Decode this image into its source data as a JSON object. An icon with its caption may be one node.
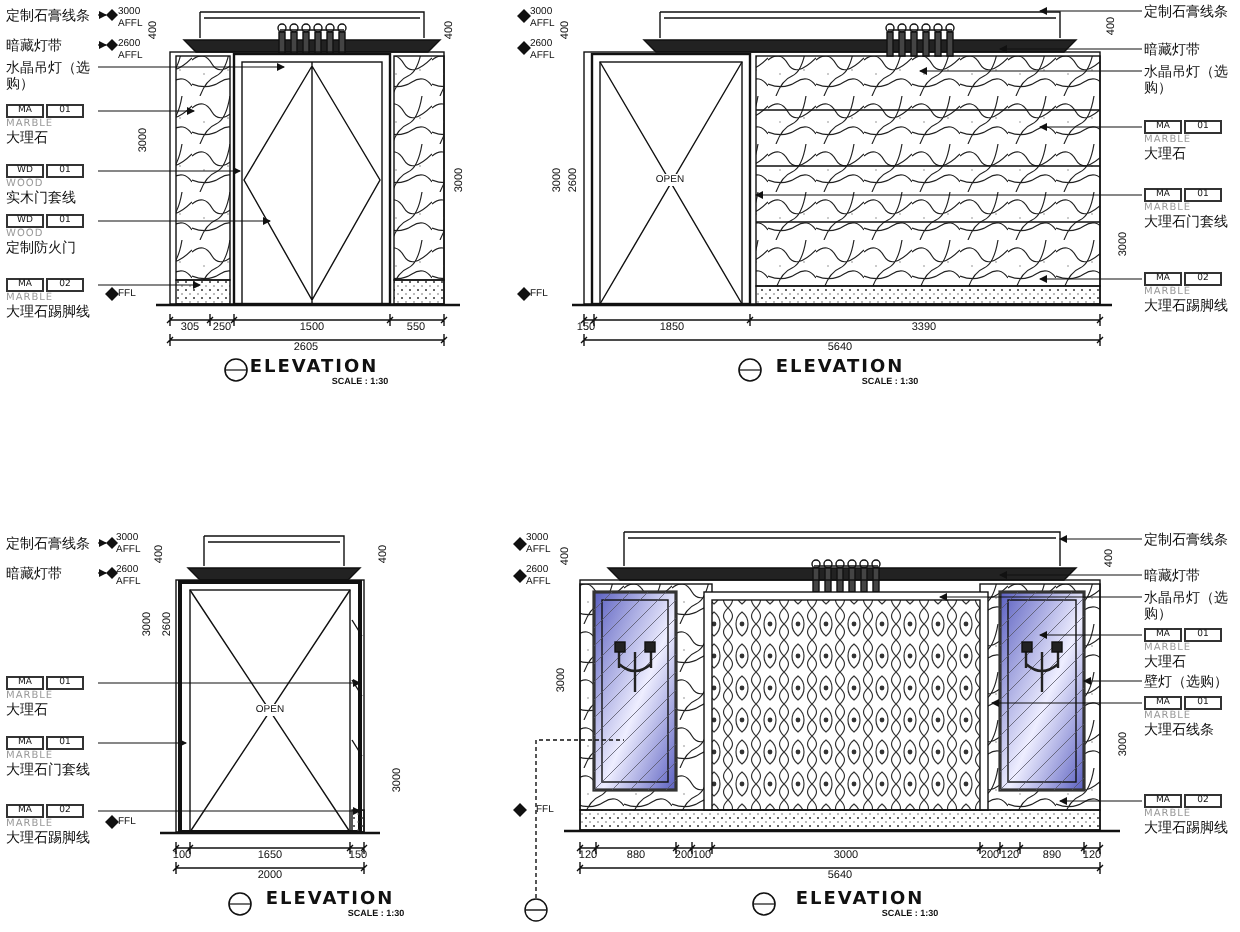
{
  "diagram": {
    "nodes": [
      {
        "text": [
          "定制石膏线条"
        ]
      },
      {
        "text": [
          "暗藏灯带"
        ]
      },
      {
        "text": [
          "水晶吊灯（选购）"
        ]
      },
      {
        "text": [
          "MA",
          "01",
          "MARBLE",
          "大理石"
        ]
      },
      {
        "text": [
          "WD",
          "01",
          "WOOD",
          "实木门套线"
        ]
      },
      {
        "text": [
          "WD",
          "01",
          "WOOD",
          "定制防火门"
        ]
      },
      {
        "text": [
          "MA",
          "02",
          "MARBLE",
          "大理石踢脚线"
        ]
      },
      {
        "text": [
          "定制石膏线条"
        ]
      },
      {
        "text": [
          "暗藏灯带"
        ]
      },
      {
        "text": [
          "水晶吊灯（选购）"
        ]
      },
      {
        "text": [
          "MA",
          "01",
          "MARBLE",
          "大理石"
        ]
      },
      {
        "text": [
          "MA",
          "01",
          "MARBLE",
          "大理石门套线"
        ]
      },
      {
        "text": [
          "MA",
          "02",
          "MARBLE",
          "大理石踢脚线"
        ]
      },
      {
        "text": [
          "定制石膏线条"
        ]
      },
      {
        "text": [
          "暗藏灯带"
        ]
      },
      {
        "text": [
          "MA",
          "01",
          "MARBLE",
          "大理石"
        ]
      },
      {
        "text": [
          "MA",
          "01",
          "MARBLE",
          "大理石门套线"
        ]
      },
      {
        "text": [
          "MA",
          "02",
          "MARBLE",
          "大理石踢脚线"
        ]
      },
      {
        "text": [
          "定制石膏线条"
        ]
      },
      {
        "text": [
          "暗藏灯带"
        ]
      },
      {
        "text": [
          "水晶吊灯（选购）"
        ]
      },
      {
        "text": [
          "MA",
          "01",
          "MARBLE",
          "大理石"
        ]
      },
      {
        "text": [
          "壁灯（选购）"
        ]
      },
      {
        "text": [
          "MA",
          "01",
          "MARBLE",
          "大理石线条"
        ]
      },
      {
        "text": [
          "MA",
          "02",
          "MARBLE",
          "大理石踢脚线"
        ]
      },
      {
        "text": [],
        "shape": "diamond"
      },
      {
        "text": [],
        "shape": "diamond"
      },
      {
        "text": [],
        "shape": "diamond"
      },
      {
        "text": [],
        "shape": "diamond"
      }
    ],
    "edges": [
      {
        "from": 0,
        "to": 25,
        "arrow": "to"
      },
      {
        "from": 1,
        "to": 26,
        "arrow": "to"
      },
      {
        "from": 2,
        "to": null,
        "arrow": "to"
      },
      {
        "from": 3,
        "to": null,
        "arrow": "to"
      },
      {
        "from": 4,
        "to": null,
        "arrow": "to"
      },
      {
        "from": 5,
        "to": null,
        "arrow": "to"
      },
      {
        "from": 6,
        "to": null,
        "arrow": "to"
      },
      {
        "from": 7,
        "to": null,
        "arrow": "to"
      },
      {
        "from": 8,
        "to": null,
        "arrow": "to"
      },
      {
        "from": 9,
        "to": null,
        "arrow": "to"
      },
      {
        "from": 10,
        "to": null,
        "arrow": "to"
      },
      {
        "from": 11,
        "to": null,
        "arrow": "to"
      },
      {
        "from": 12,
        "to": null,
        "arrow": "to"
      },
      {
        "from": 13,
        "to": 27,
        "arrow": "to"
      },
      {
        "from": 14,
        "to": 28,
        "arrow": "to"
      },
      {
        "from": 15,
        "to": null,
        "arrow": "to"
      },
      {
        "from": 16,
        "to": null,
        "arrow": "to"
      },
      {
        "from": 17,
        "to": null,
        "arrow": "to"
      },
      {
        "from": 18,
        "to": null,
        "arrow": "to"
      },
      {
        "from": 19,
        "to": null,
        "arrow": "to"
      },
      {
        "from": 20,
        "to": null,
        "arrow": "to"
      },
      {
        "from": 21,
        "to": null,
        "arrow": "to"
      },
      {
        "from": 22,
        "to": null,
        "arrow": "to"
      },
      {
        "from": 23,
        "to": null,
        "arrow": "to"
      },
      {
        "from": 24,
        "to": null,
        "arrow": "to"
      }
    ],
    "labels": [
      "3000 AFFL",
      "2600 AFFL",
      "FFL",
      "400",
      "3000",
      "400",
      "3000",
      "305",
      "250",
      "1500",
      "550",
      "2605",
      "ELEVATION",
      "SCALE : 1:30",
      "3000 AFFL",
      "2600 AFFL",
      "FFL",
      "400",
      "3000",
      "2600",
      "400",
      "3000",
      "OPEN",
      "150",
      "1850",
      "3390",
      "5640",
      "ELEVATION",
      "SCALE : 1:30",
      "3000 AFFL",
      "2600 AFFL",
      "FFL",
      "400",
      "3000",
      "2600",
      "400",
      "3000",
      "OPEN",
      "100",
      "1650",
      "150",
      "2000",
      "ELEVATION",
      "SCALE : 1:30",
      "3000 AFFL",
      "2600 AFFL",
      "FFL",
      "400",
      "3000",
      "400",
      "3000",
      "120",
      "880",
      "200",
      "100",
      "3000",
      "200",
      "120",
      "890",
      "120",
      "5640",
      "ELEVATION",
      "SCALE : 1:30"
    ]
  }
}
